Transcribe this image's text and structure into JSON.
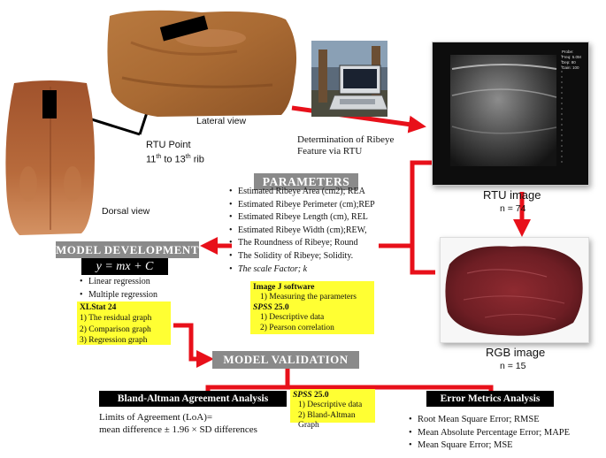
{
  "photos": {
    "lateral_view": "Lateral view",
    "dorsal_view": "Dorsal view",
    "rtu_point_line1": "RTU Point",
    "rtu_point_line2_num1": "11",
    "rtu_point_line2_sup1": "th",
    "rtu_point_line2_mid": " to 13",
    "rtu_point_line2_sup2": "th",
    "rtu_point_line2_end": " rib"
  },
  "determination": {
    "line1": "Determination of Ribeye",
    "line2": "Feature via RTU"
  },
  "rtu_image": {
    "label": "RTU image",
    "n": "n = 74",
    "overlay_text": [
      "Probe:",
      "Freq: 5.0M",
      "Dep: 80",
      "Gain: 100"
    ]
  },
  "rgb_image": {
    "label": "RGB image",
    "n": "n = 15"
  },
  "parameters": {
    "title": "PARAMETERS",
    "items": [
      "Estimated Ribeye Area (cm2); REA",
      "Estimated Ribeye Perimeter (cm);REP",
      "Estimated Ribeye Length (cm), REL",
      "Estimated Ribeye Width (cm);REW,",
      "The Roundness of Ribeye; Round",
      "The Solidity of Ribeye; Solidity.",
      "The scale Factor; k"
    ],
    "software_box": {
      "title1": "Image J software",
      "item1": "1)   Measuring the parameters",
      "title2_italic": "SPSS",
      "title2_rest": " 25.0",
      "item2": "1)   Descriptive data",
      "item3": "2)   Pearson correlation"
    }
  },
  "model_development": {
    "title": "MODEL DEVELOPMENT",
    "equation": "y = mx + C",
    "items": [
      "Linear regression",
      "Multiple regression"
    ],
    "xlstat_box": {
      "title": "XLStat 24",
      "items": [
        "1)   The residual graph",
        "2)   Comparison graph",
        "3)   Regression graph"
      ]
    }
  },
  "model_validation": {
    "title": "MODEL VALIDATION"
  },
  "bland_altman": {
    "title": "Bland-Altman Agreement Analysis",
    "line1": "Limits of Agreement (LoA)=",
    "line2": "mean difference ± 1.96 × SD differences"
  },
  "spss_box": {
    "title_italic": "SPSS",
    "title_rest": " 25.0",
    "items": [
      "1)   Descriptive data",
      "2)   Bland-Altman Graph"
    ]
  },
  "error_metrics": {
    "title": "Error Metrics Analysis",
    "items": [
      "Root Mean Square Error; RMSE",
      "Mean Absolute Percentage Error; MAPE",
      "Mean Square Error; MSE"
    ]
  },
  "colors": {
    "arrow_red": "#e8101a",
    "gray_title": "#8a8a8a",
    "yellow_box": "#ffff33",
    "black_title": "#000000"
  }
}
